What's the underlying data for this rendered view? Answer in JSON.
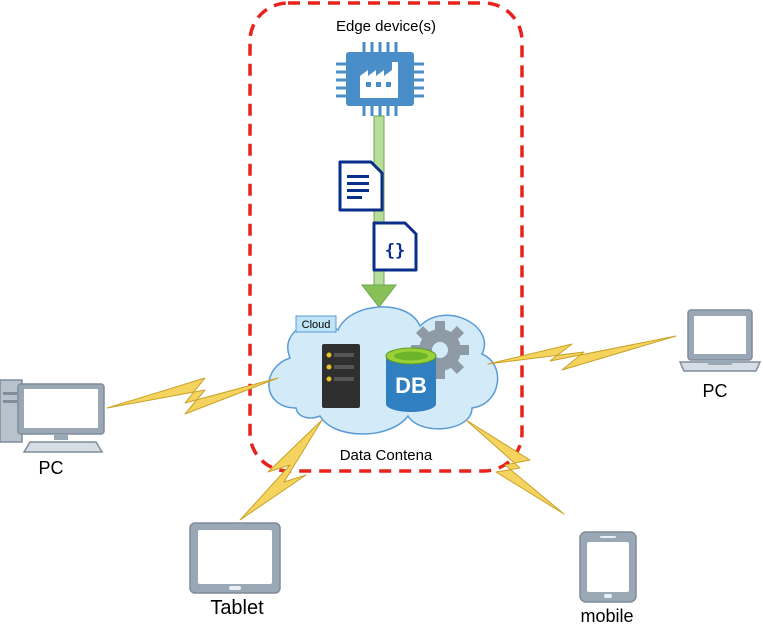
{
  "labels": {
    "edge": "Edge device(s)",
    "cloud_tag": "Cloud",
    "container": "Data Contena",
    "db": "DB",
    "pc_left": "PC",
    "pc_right": "PC",
    "tablet": "Tablet",
    "mobile": "mobile"
  },
  "colors": {
    "boundary": "#e8231c",
    "chip": "#4a8ec9",
    "arrow": "#88c057",
    "doc": "#0a2e8c",
    "cloud_fill": "#d3eaf8",
    "cloud_stroke": "#5b9bd5",
    "lightning": "#f4d35e",
    "device_gray": "#9aa7b4",
    "screen_blue": "#dde7f3"
  },
  "icons": [
    "chip-factory-icon",
    "document-icon",
    "json-file-icon",
    "server-icon",
    "database-icon",
    "gear-icon",
    "desktop-pc-icon",
    "laptop-icon",
    "tablet-icon",
    "mobile-phone-icon",
    "lightning-link-icon"
  ]
}
